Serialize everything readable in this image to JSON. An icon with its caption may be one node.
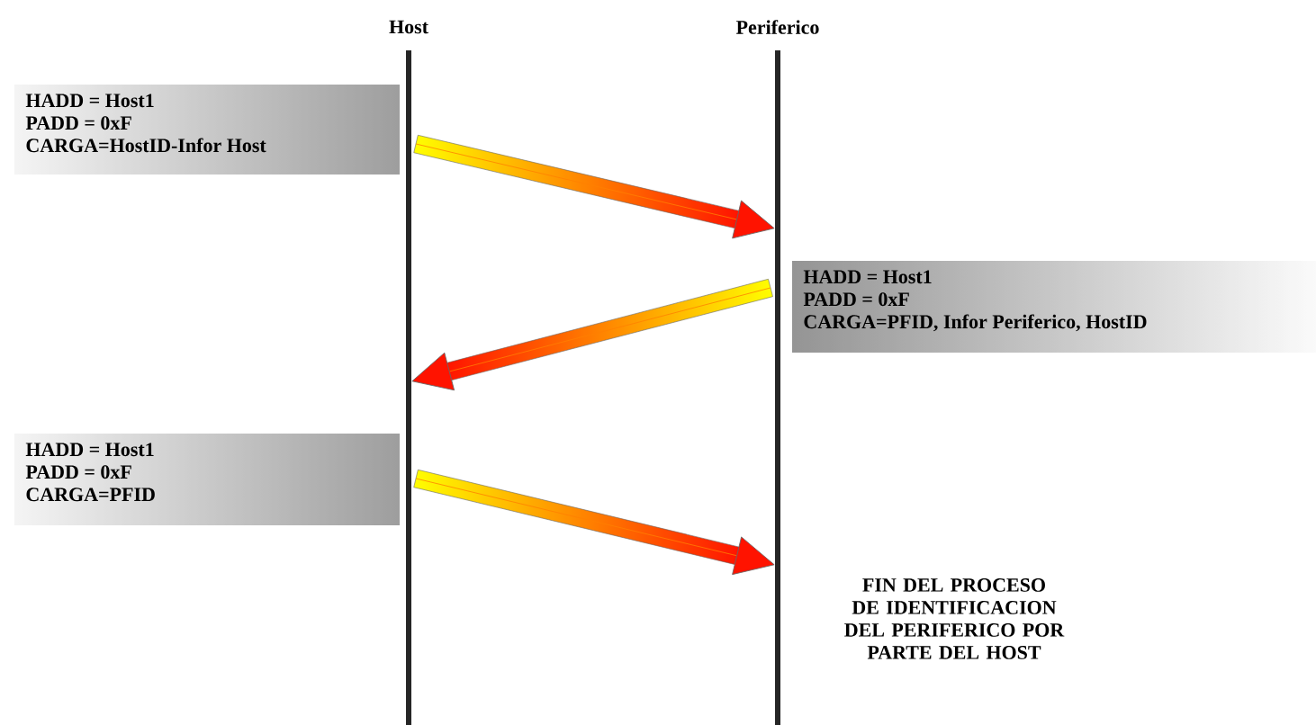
{
  "diagram": {
    "nodes": [
      {
        "text": [
          "Host"
        ]
      },
      {
        "text": [
          "Periferico"
        ]
      },
      {
        "text": [
          "HADD = Host1",
          "PADD = 0xF",
          "CARGA=HostID-Infor Host"
        ]
      },
      {
        "text": [
          "HADD = Host1",
          "PADD = 0xF",
          "CARGA=PFID, Infor Periferico, HostID"
        ]
      },
      {
        "text": [
          "HADD = Host1",
          "PADD = 0xF",
          "CARGA=PFID"
        ]
      }
    ],
    "edges": [
      {
        "from": 0,
        "to": 1,
        "arrow": "to"
      },
      {
        "from": 1,
        "to": 0,
        "arrow": "to"
      },
      {
        "from": 0,
        "to": 1,
        "arrow": "to"
      }
    ],
    "labels": [
      "FIN DEL PROCESO DE IDENTIFICACION DEL PERIFERICO POR PARTE DEL HOST"
    ]
  }
}
